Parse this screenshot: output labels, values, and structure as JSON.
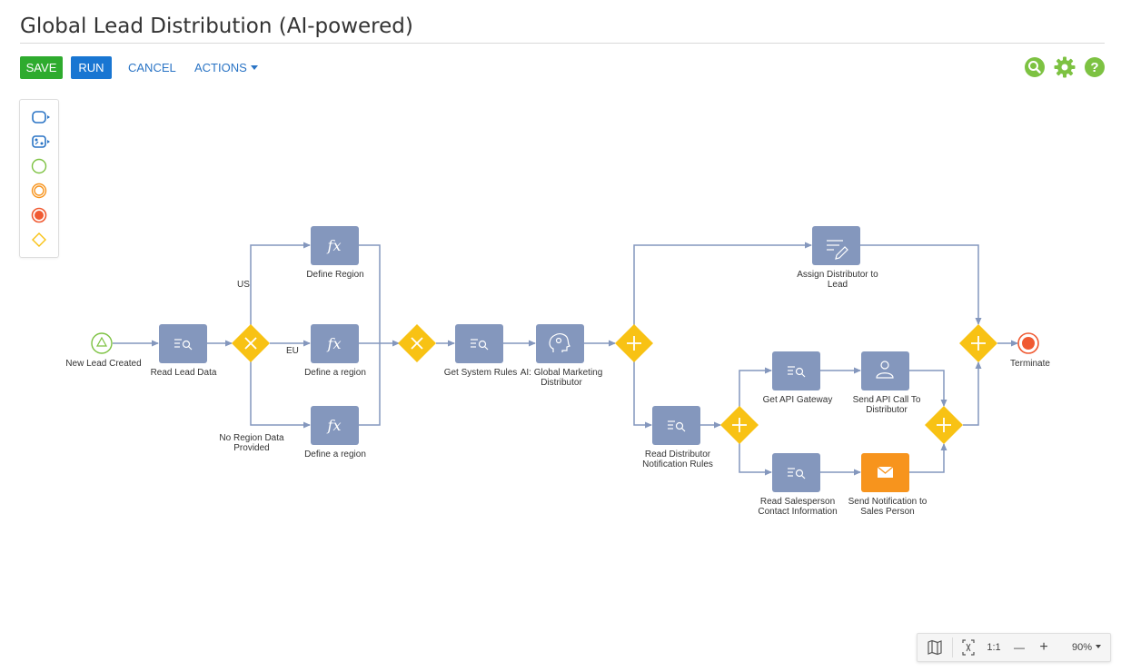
{
  "page": {
    "title": "Global Lead Distribution (AI-powered)"
  },
  "toolbar": {
    "save_label": "SAVE",
    "run_label": "RUN",
    "cancel_label": "CANCEL",
    "actions_label": "ACTIONS",
    "save_color": "#2eab2e",
    "run_color": "#1976d2",
    "link_color": "#2a74c5"
  },
  "top_icons": [
    "search-icon",
    "gear-icon",
    "help-icon"
  ],
  "palette": {
    "items": [
      "task-shape-icon",
      "subprocess-shape-icon",
      "start-event-icon",
      "intermediate-event-icon",
      "end-event-icon",
      "gateway-shape-icon"
    ]
  },
  "flow": {
    "start": {
      "label": "New Lead Created"
    },
    "read_lead": {
      "label": "Read Lead Data"
    },
    "define_region_us": {
      "label": "Define Region"
    },
    "define_region_eu": {
      "label": "Define a region"
    },
    "define_region_none": {
      "label": "Define a region"
    },
    "get_rules": {
      "label": "Get System Rules"
    },
    "ai_distributor": {
      "label": "AI: Global Marketing Distributor"
    },
    "assign_distributor": {
      "label": "Assign Distributor to Lead"
    },
    "read_dist_rules": {
      "label": "Read Distributor Notification Rules"
    },
    "get_api": {
      "label": "Get API Gateway"
    },
    "send_api": {
      "label": "Send API Call To Distributor"
    },
    "read_sales": {
      "label": "Read Salesperson Contact Information"
    },
    "send_notification": {
      "label": "Send Notification to Sales Person"
    },
    "terminate": {
      "label": "Terminate"
    },
    "edge_us": "US",
    "edge_eu": "EU",
    "edge_none": "No Region Data Provided",
    "task_color": "#8497bd",
    "email_task_color": "#f7941d",
    "gateway_color": "#f8c214",
    "edge_color": "#8497bd"
  },
  "zoom": {
    "fit_label": "1:1",
    "minus_label": "—",
    "plus_label": "+",
    "zoom_value": "90%"
  }
}
